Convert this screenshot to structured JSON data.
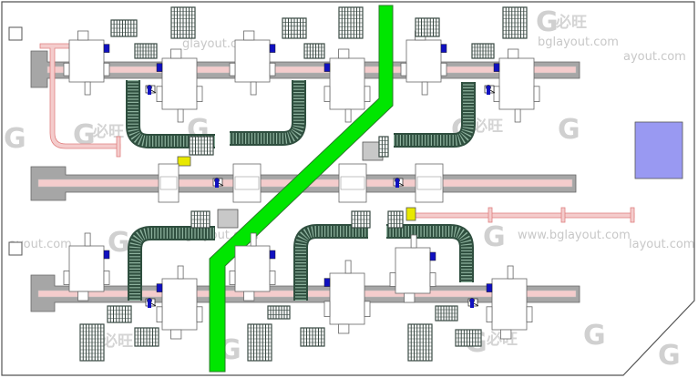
{
  "layout_title": "",
  "watermark": {
    "brand_cn": "必旺",
    "url_full": "www.bglayout.com",
    "url_short": "bglayout.com",
    "url_tail": "ayout.com",
    "url_tail2": "layout.com",
    "url_mid": "glayout.com",
    "logo_mark": "G"
  },
  "colors": {
    "outline": "#555555",
    "rail": "#a6a6a6",
    "rail_inner": "#f4cccc",
    "pipe": "#f4cccc",
    "pipe_stroke": "#e08080",
    "aisle": "#00e600",
    "conveyor": "#2f4f3f",
    "machine": "#ffffff",
    "accent_blue": "#1010c0",
    "pallet": "#3a4a44",
    "yellow_block": "#e8e800",
    "gray_box": "#c8c8c8",
    "zone_box": "#9999f2"
  }
}
